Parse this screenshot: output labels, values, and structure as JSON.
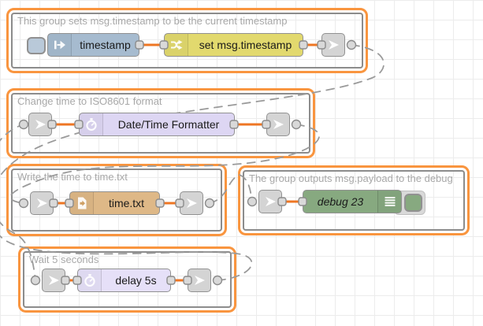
{
  "canvas": {
    "grid_color": "#ececec",
    "background": "#ffffff"
  },
  "palette": {
    "group_ring": "#f9953f",
    "group_border": "#8c8c8c",
    "group_title_text": "#a8a8a8",
    "wire": "#ee7623",
    "link_wire": "#9a9a9a",
    "port": "#d9d9d9",
    "inject": "#a6bbcf",
    "inject_button": "#b9c9d9",
    "change": "#e2d96e",
    "formatter": "#ddd6f3",
    "file": "#deb887",
    "debug": "#87a980",
    "delay": "#e6e0f8",
    "link": "#d4d4d4"
  },
  "groups": [
    {
      "title": "This group sets msg.timestamp to be the current timestamp"
    },
    {
      "title": "Change time to ISO8601 format"
    },
    {
      "title": "Write the time to time.txt"
    },
    {
      "title": "The group outputs msg.payload to the debug"
    },
    {
      "title": "Wait 5 seconds"
    }
  ],
  "nodes": {
    "inject": {
      "label": "timestamp"
    },
    "change": {
      "label": "set msg.timestamp"
    },
    "formatter": {
      "label": "Date/Time Formatter"
    },
    "file": {
      "label": "time.txt"
    },
    "debug": {
      "label": "debug 23"
    },
    "delay": {
      "label": "delay 5s"
    }
  }
}
